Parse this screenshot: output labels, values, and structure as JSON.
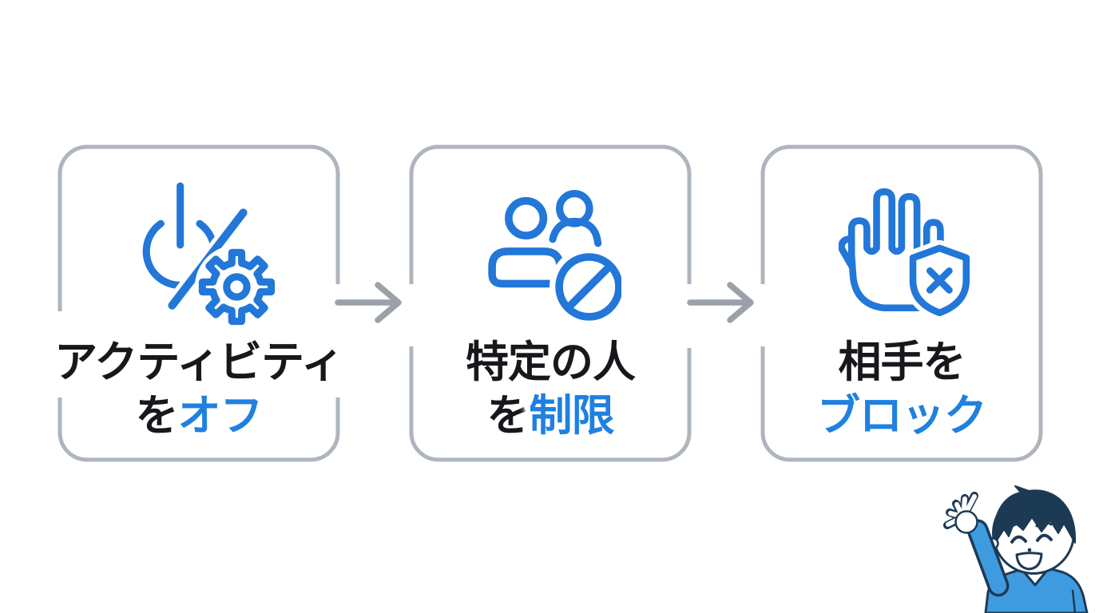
{
  "page": {
    "background": "#ffffff",
    "kind": "three-step block/restrict infographic"
  },
  "steps": [
    {
      "icon": "power-off-gear-icon",
      "line1": "アクティビティ",
      "line2_black": "を",
      "line2_blue": "オフ"
    },
    {
      "icon": "people-restrict-icon",
      "line1": "特定の人",
      "line2_black": "を",
      "line2_blue": "制限"
    },
    {
      "icon": "hand-block-shield-icon",
      "line1": "相手を",
      "line2_black": "",
      "line2_blue": "ブロック"
    }
  ],
  "colors": {
    "accent_blue": "#1f80e0",
    "icon_blue": "#2277d8",
    "text_black": "#16181c",
    "box_border_gray": "#afb5bc",
    "arrow_gray": "#9ba1a9",
    "character_shirt_blue": "#3f9be0",
    "character_outline_navy": "#1d3a55"
  },
  "character": {
    "name": "waving-boy",
    "description": "smiling boy illustration waving hand"
  }
}
